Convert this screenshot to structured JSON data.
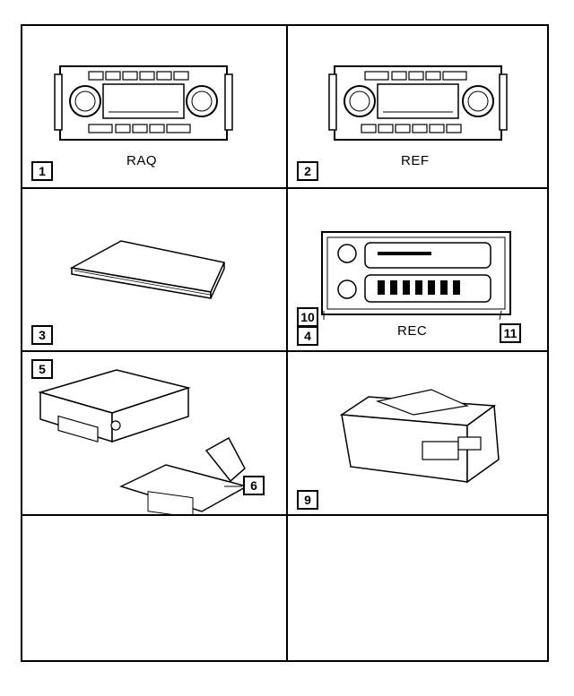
{
  "cells": [
    {
      "number": "1",
      "caption": "RAQ"
    },
    {
      "number": "2",
      "caption": "REF"
    },
    {
      "number": "3",
      "caption": ""
    },
    {
      "number": "4",
      "caption": "REC",
      "callouts": [
        "10",
        "11"
      ]
    },
    {
      "number": "5",
      "caption": "",
      "callouts": [
        "6"
      ]
    },
    {
      "number": "9",
      "caption": ""
    }
  ],
  "colors": {
    "line": "#000000",
    "background": "#ffffff"
  }
}
